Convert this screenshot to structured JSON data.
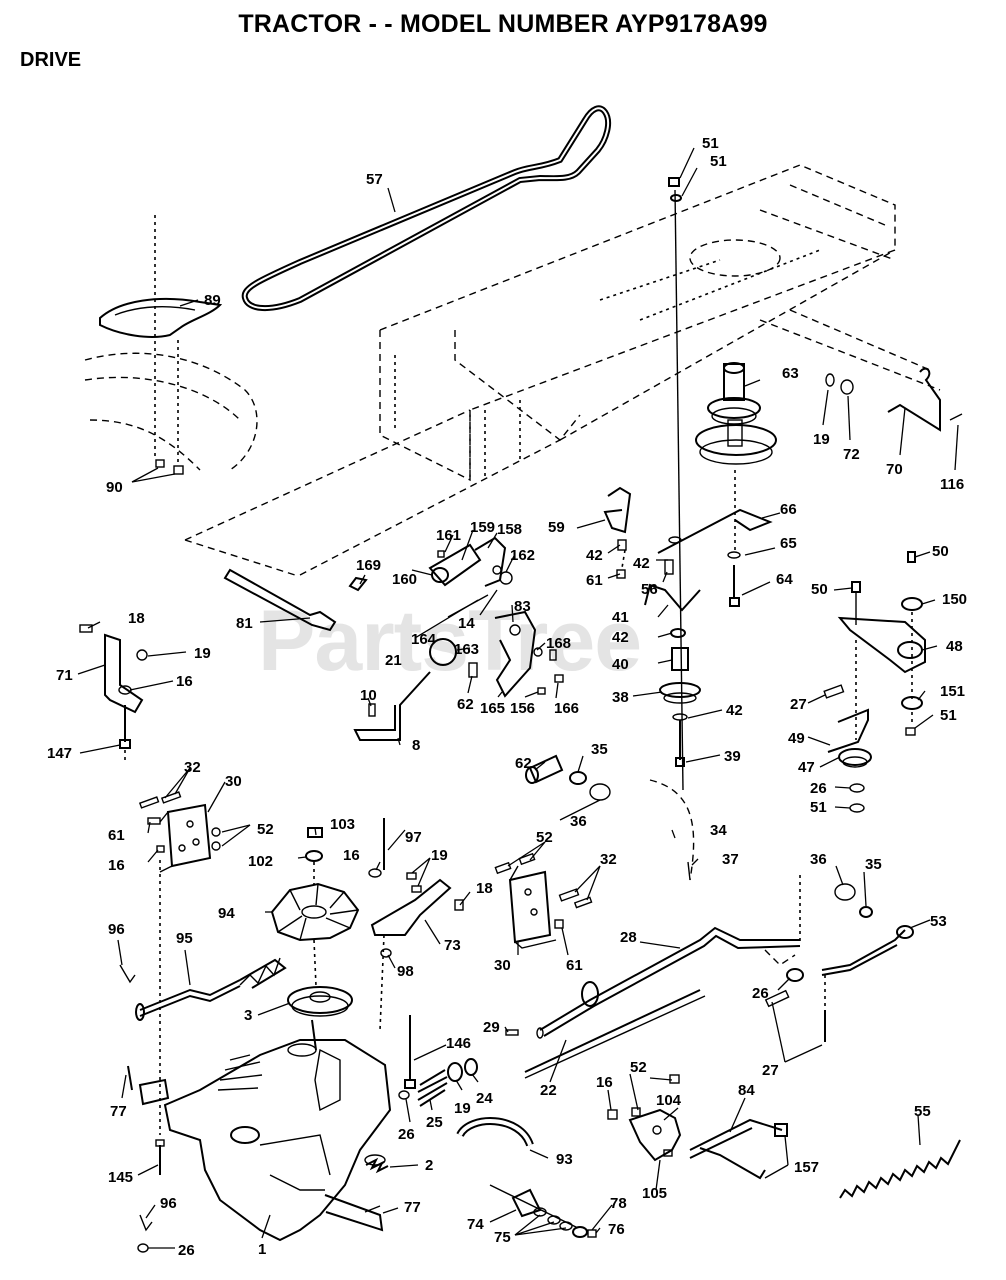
{
  "title": "TRACTOR - - MODEL NUMBER AYP9178A99",
  "section": "DRIVE",
  "watermark": "PartsTree",
  "callouts": [
    "57",
    "51",
    "51",
    "89",
    "63",
    "19",
    "72",
    "70",
    "116",
    "90",
    "59",
    "66",
    "42",
    "65",
    "50",
    "161",
    "159",
    "158",
    "42",
    "61",
    "56",
    "64",
    "169",
    "160",
    "162",
    "81",
    "150",
    "50",
    "48",
    "14",
    "83",
    "18",
    "41",
    "42",
    "71",
    "19",
    "168",
    "163",
    "21",
    "16",
    "40",
    "151",
    "62",
    "164",
    "38",
    "165",
    "156",
    "166",
    "42",
    "27",
    "51",
    "10",
    "49",
    "147",
    "8",
    "39",
    "47",
    "26",
    "51",
    "35",
    "62",
    "103",
    "32",
    "30",
    "36",
    "97",
    "34",
    "61",
    "52",
    "37",
    "102",
    "16",
    "19",
    "36",
    "35",
    "52",
    "32",
    "16",
    "18",
    "94",
    "73",
    "53",
    "30",
    "61",
    "96",
    "28",
    "95",
    "98",
    "26",
    "3",
    "27",
    "29",
    "146",
    "22",
    "16",
    "52",
    "84",
    "77",
    "19",
    "24",
    "104",
    "26",
    "25",
    "55",
    "145",
    "2",
    "93",
    "157",
    "105",
    "96",
    "77",
    "78",
    "74",
    "75",
    "76",
    "26",
    "1"
  ]
}
